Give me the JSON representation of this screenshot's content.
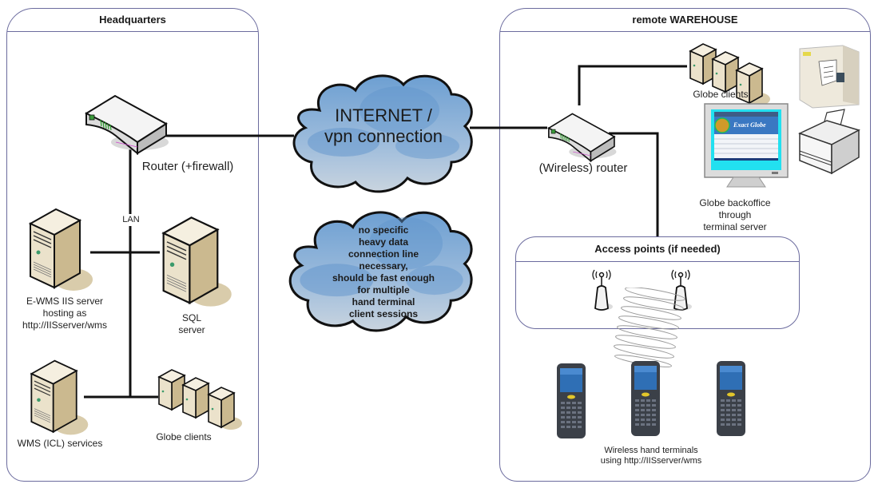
{
  "panels": {
    "hq": {
      "title": "Headquarters"
    },
    "warehouse": {
      "title": "remote WAREHOUSE"
    },
    "access_points": {
      "title": "Access points (if needed)"
    }
  },
  "hq": {
    "router_label": "Router (+firewall)",
    "lan_label": "LAN",
    "ewms_server_label": [
      "E-WMS IIS server",
      "hosting as",
      "http://IISserver/wms"
    ],
    "sql_server_label": [
      "SQL",
      "server"
    ],
    "wms_services_label": "WMS (ICL) services",
    "globe_clients_label": "Globe clients"
  },
  "internet_cloud": {
    "lines": [
      "INTERNET /",
      "vpn connection"
    ]
  },
  "note_cloud": {
    "lines": [
      "no specific",
      "heavy data",
      "connection line",
      "necessary,",
      "should be fast enough",
      "for multiple",
      "hand terminal",
      "client sessions"
    ]
  },
  "warehouse": {
    "router_label": "(Wireless) router",
    "globe_clients_label": "Globe clients",
    "backoffice_label": [
      "Globe backoffice",
      "through",
      "terminal server"
    ],
    "monitor_screen_title": "Exact Globe",
    "hand_terminals_label": [
      "Wireless hand terminals",
      "using http://IISserver/wms"
    ]
  },
  "colors": {
    "panel_border": "#6b6b9e",
    "cloud_fill": "#7fa7cf",
    "server_beige": "#e4d9bf",
    "monitor_screen": "#22e0f0"
  }
}
